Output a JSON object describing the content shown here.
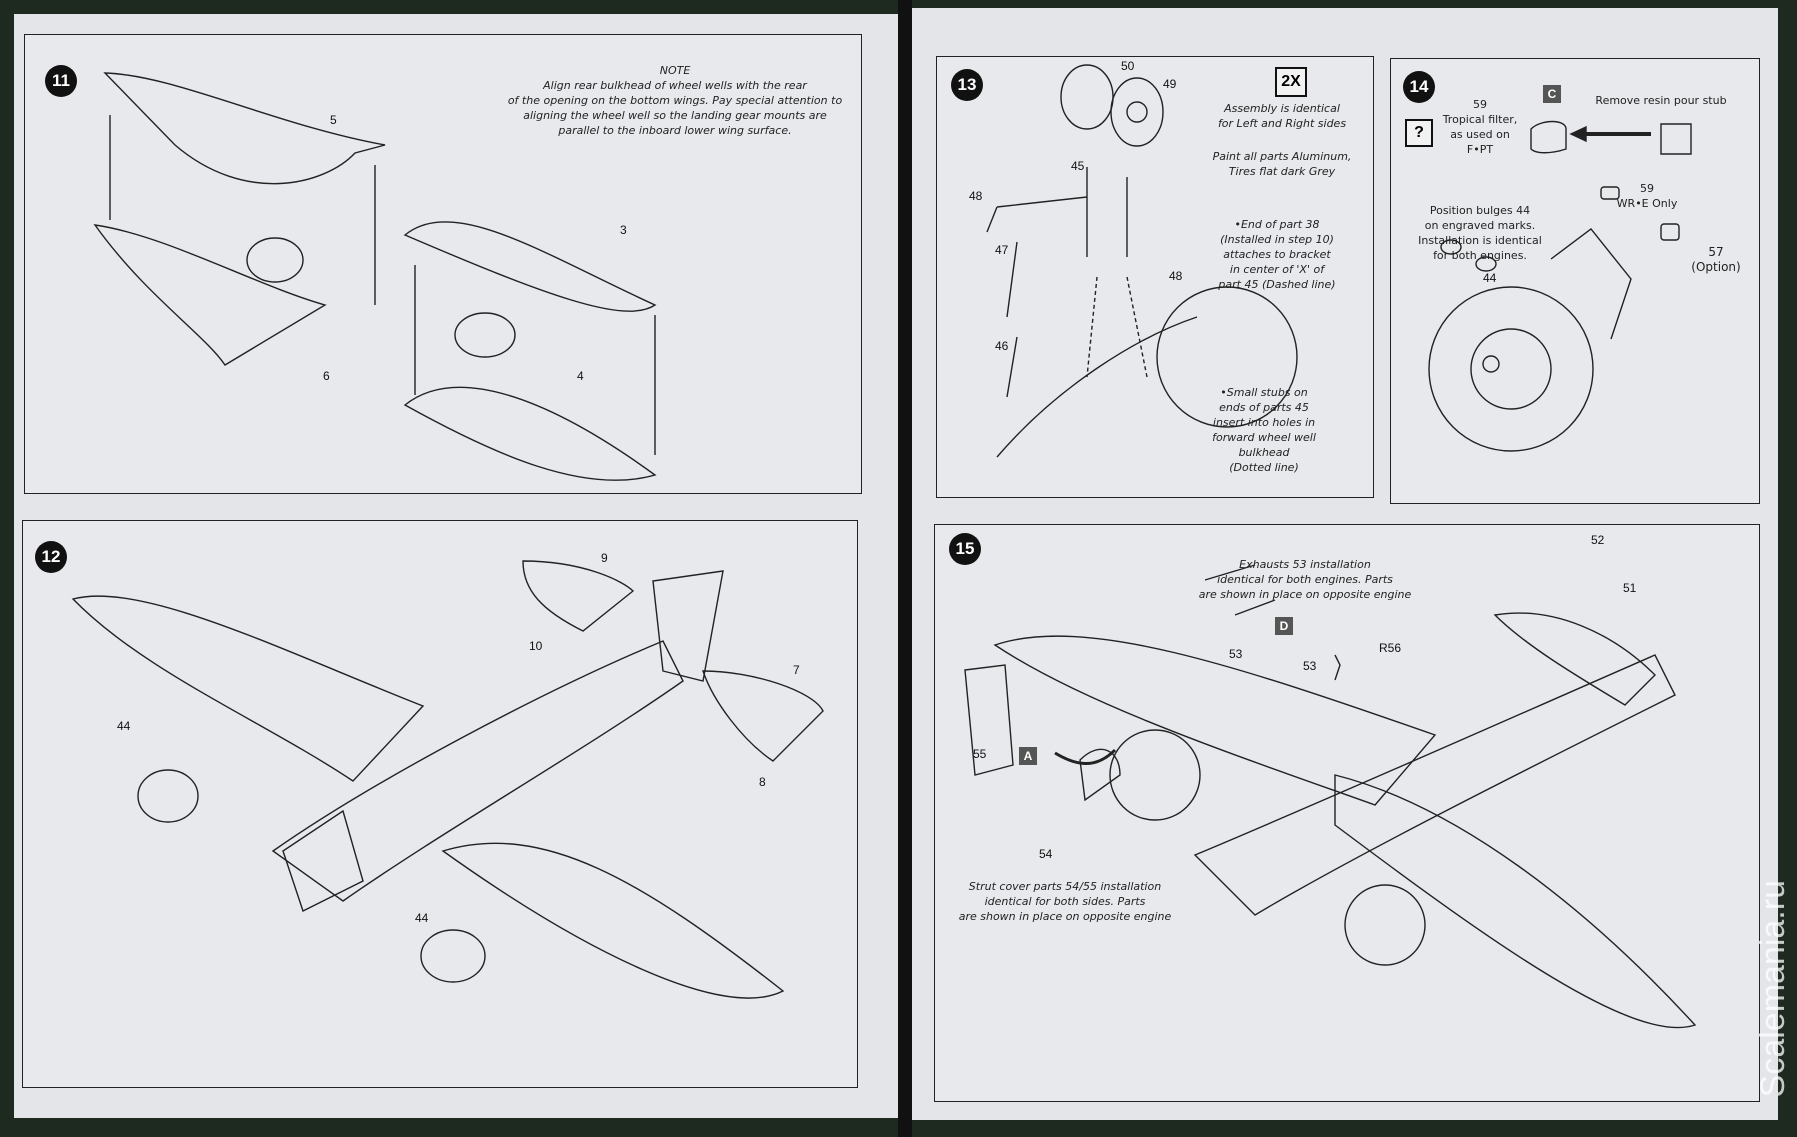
{
  "step11": {
    "number": "11",
    "note_title": "NOTE",
    "note_lines": [
      "Align rear bulkhead of wheel wells with the rear",
      "of the opening on the bottom wings. Pay special attention to",
      "aligning the wheel well so the landing gear mounts are",
      "parallel to the inboard lower wing surface."
    ],
    "parts": [
      "5",
      "3",
      "6",
      "4"
    ]
  },
  "step12": {
    "number": "12",
    "parts": [
      "9",
      "10",
      "7",
      "8",
      "44",
      "44"
    ]
  },
  "step13": {
    "number": "13",
    "badge": "2X",
    "parts": [
      "50",
      "49",
      "45",
      "48",
      "47",
      "48",
      "46"
    ],
    "text1": [
      "Assembly is identical",
      "for Left and Right sides"
    ],
    "text2": [
      "Paint all parts Aluminum,",
      "Tires flat dark Grey"
    ],
    "text3": [
      "•End of part 38",
      "(Installed in step 10)",
      "attaches to bracket",
      "in center of 'X' of",
      "part 45 (Dashed line)"
    ],
    "text4": [
      "•Small stubs on",
      "ends of parts 45",
      "insert into holes in",
      "forward wheel well",
      "bulkhead",
      "(Dotted line)"
    ]
  },
  "step14": {
    "number": "14",
    "question": "?",
    "sprue": "C",
    "filter": [
      "59",
      "Tropical filter,",
      "as used on",
      "F•PT"
    ],
    "remove": "Remove resin pour stub",
    "wre": [
      "59",
      "WR•E Only"
    ],
    "bulges": [
      "Position bulges 44",
      "on engraved marks.",
      "Installation is identical",
      "for both engines."
    ],
    "p44": "44",
    "option": [
      "57",
      "(Option)"
    ]
  },
  "step15": {
    "number": "15",
    "exhausts": [
      "Exhausts 53 installation",
      "identical for both engines. Parts",
      "are shown in place on opposite engine"
    ],
    "struts": [
      "Strut cover parts 54/55 installation",
      "identical for both sides. Parts",
      "are shown in place on opposite engine"
    ],
    "sprue_a": "A",
    "sprue_d": "D",
    "parts": [
      "52",
      "51",
      "53",
      "53",
      "R56",
      "55",
      "54"
    ]
  },
  "watermark": "Scalemania.ru"
}
